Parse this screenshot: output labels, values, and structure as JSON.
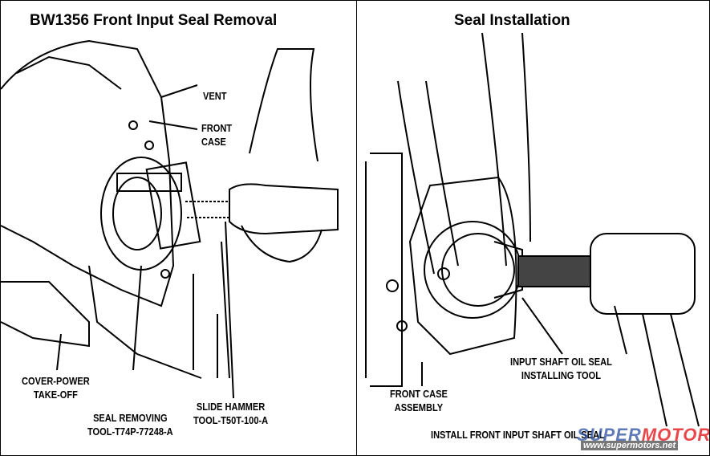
{
  "left_panel": {
    "title": "BW1356 Front Input Seal Removal",
    "labels": {
      "vent": "VENT",
      "front_case_1": "FRONT",
      "front_case_2": "CASE",
      "cover_1": "COVER-POWER",
      "cover_2": "TAKE-OFF",
      "seal_tool_1": "SEAL REMOVING",
      "seal_tool_2": "TOOL-T74P-77248-A",
      "slide_1": "SLIDE HAMMER",
      "slide_2": "TOOL-T50T-100-A"
    }
  },
  "right_panel": {
    "title": "Seal Installation",
    "labels": {
      "input_tool_1": "INPUT SHAFT OIL SEAL",
      "input_tool_2": "INSTALLING TOOL",
      "front_case_1": "FRONT CASE",
      "front_case_2": "ASSEMBLY",
      "caption": "INSTALL FRONT INPUT SHAFT OIL SEAL"
    }
  },
  "watermark": {
    "brand_a": "SUPER",
    "brand_b": "MOTORS",
    "url": "www.supermotors.net"
  }
}
